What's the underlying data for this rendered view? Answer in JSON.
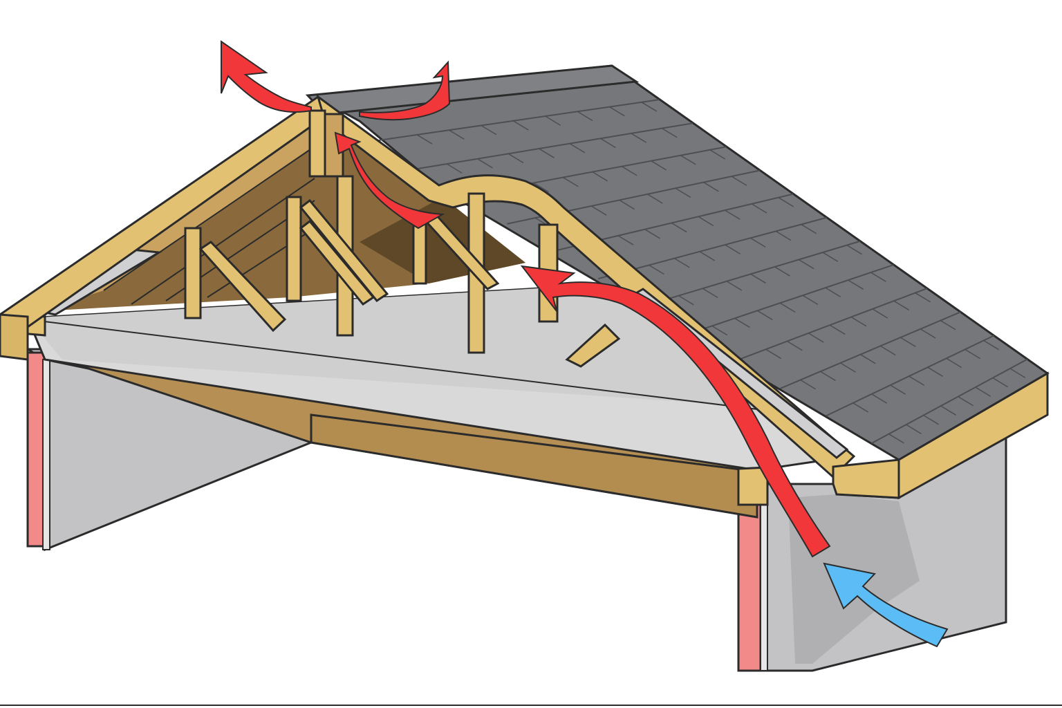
{
  "diagram": {
    "subject": "attic-roof-ventilation-cutaway",
    "colors": {
      "shingle": "#76777b",
      "shingle_line": "#4d4e52",
      "wood": "#e3c173",
      "wood_dark": "#b58f53",
      "wood_shadow": "#c9a35f",
      "attic_interior": "#8a6a3c",
      "attic_deep": "#5e4828",
      "insulation": "#d9d9d9",
      "wall": "#c3c3c5",
      "wall_dark": "#a9a9ab",
      "wall_insulation": "#f28a8a",
      "warm_air": "#f2373a",
      "cool_air": "#5cbcf5",
      "outline": "#2b2b2b"
    },
    "airflow": [
      {
        "name": "cool-intake",
        "temperature": "cool"
      },
      {
        "name": "warm-rise-long",
        "temperature": "warm"
      },
      {
        "name": "warm-rise-upper",
        "temperature": "warm"
      },
      {
        "name": "warm-exhaust-left",
        "temperature": "warm"
      },
      {
        "name": "warm-exhaust-right",
        "temperature": "warm"
      }
    ]
  }
}
